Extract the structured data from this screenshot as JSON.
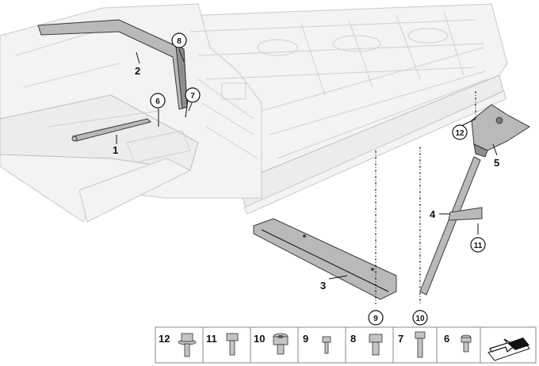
{
  "callouts": {
    "p1": "1",
    "p2": "2",
    "p3": "3",
    "p4": "4",
    "p5": "5",
    "p6": "6",
    "p7": "7",
    "p8": "8",
    "p9": "9",
    "p10": "10",
    "p11": "11",
    "p12": "12"
  },
  "legend": [
    {
      "num": "12",
      "icon": "flange-bolt-icon"
    },
    {
      "num": "11",
      "icon": "hex-bolt-icon"
    },
    {
      "num": "10",
      "icon": "torx-bolt-icon"
    },
    {
      "num": "9",
      "icon": "small-bolt-icon"
    },
    {
      "num": "8",
      "icon": "hex-bolt-icon"
    },
    {
      "num": "7",
      "icon": "long-bolt-icon"
    },
    {
      "num": "6",
      "icon": "small-bolt-icon"
    }
  ],
  "colors": {
    "part": "#b9b9b9",
    "ghost": "#f3f3f3",
    "line": "#111111"
  }
}
